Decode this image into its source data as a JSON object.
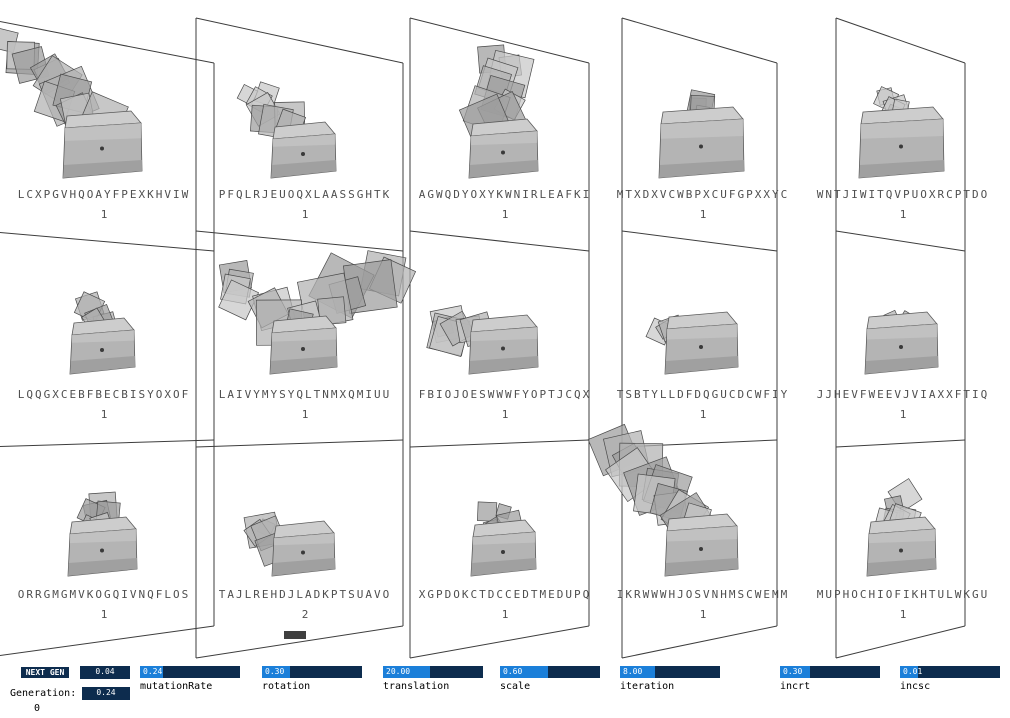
{
  "colors": {
    "navy": "#0d2c4e",
    "accent_blue": "#1b7fd9",
    "line": "#3d3d3d",
    "shape_gray": "#b4b4b4"
  },
  "grid": {
    "cells": [
      {
        "label": "LCXPGVHQOAYFPEXKHVIW",
        "value": "1",
        "shape": {
          "count": 13,
          "dir": "up-left",
          "spread": 95,
          "cubeW": 70,
          "size": 40
        }
      },
      {
        "label": "PFQLRJEUOQXLAASSGHTK",
        "value": "1",
        "shape": {
          "count": 8,
          "dir": "up-left",
          "spread": 52,
          "cubeW": 56,
          "size": 30
        }
      },
      {
        "label": "AGWQDYOXYKWNIRLEAFKI",
        "value": "1",
        "shape": {
          "count": 10,
          "dir": "up",
          "spread": 72,
          "cubeW": 60,
          "size": 34
        }
      },
      {
        "label": "MTXDXVCWBPXCUFGPXXYC",
        "value": "1",
        "shape": {
          "count": 4,
          "dir": "up",
          "spread": 20,
          "cubeW": 76,
          "size": 20
        }
      },
      {
        "label": "WNTJIWITQVPUOXRCPTDO",
        "value": "1",
        "shape": {
          "count": 6,
          "dir": "up",
          "spread": 28,
          "cubeW": 76,
          "size": 24
        }
      },
      {
        "label": "LQQGXCEBFBECBISYOXOF",
        "value": "1",
        "shape": {
          "count": 5,
          "dir": "up",
          "spread": 22,
          "cubeW": 56,
          "size": 22
        }
      },
      {
        "label": "LAIVYMYSYQLTNMXQMIUU",
        "value": "1",
        "shape": {
          "count": 16,
          "dir": "wide",
          "spread": 105,
          "cubeW": 58,
          "size": 44
        }
      },
      {
        "label": "FBIOJOESWWWFYOPTJCQX",
        "value": "1",
        "shape": {
          "count": 9,
          "dir": "left",
          "spread": 58,
          "cubeW": 60,
          "size": 30
        }
      },
      {
        "label": "TSBTYLLDFDQGUCDCWFIY",
        "value": "1",
        "shape": {
          "count": 6,
          "dir": "left",
          "spread": 28,
          "cubeW": 64,
          "size": 24
        }
      },
      {
        "label": "JJHEVFWEEVJVIAXXFTIQ",
        "value": "1",
        "shape": {
          "count": 2,
          "dir": "up",
          "spread": 10,
          "cubeW": 64,
          "size": 14
        }
      },
      {
        "label": "ORRGMGMVKOGQIVNQFLOS",
        "value": "1",
        "shape": {
          "count": 6,
          "dir": "up",
          "spread": 26,
          "cubeW": 60,
          "size": 24
        }
      },
      {
        "label": "TAJLREHDJLADKPTSUAVO",
        "value": "2",
        "shape": {
          "count": 7,
          "dir": "left",
          "spread": 44,
          "cubeW": 54,
          "size": 26
        }
      },
      {
        "label": "XGPDOKCTDCCEDTMEDUPQ",
        "value": "1",
        "shape": {
          "count": 5,
          "dir": "up",
          "spread": 22,
          "cubeW": 56,
          "size": 22
        }
      },
      {
        "label": "IKRWWWHJOSVNHMSCWEMM",
        "value": "1",
        "shape": {
          "count": 14,
          "dir": "up-left",
          "spread": 88,
          "cubeW": 64,
          "size": 42
        }
      },
      {
        "label": "MUPHOCHIOFIKHTULWKGU",
        "value": "1",
        "shape": {
          "count": 7,
          "dir": "up",
          "spread": 28,
          "cubeW": 60,
          "size": 26
        }
      }
    ]
  },
  "controls": {
    "nextgen_label": "NEXT GEN",
    "top_value_box": "0.04",
    "generation_label": "Generation:",
    "generation_box": "0.24",
    "generation_value": "0",
    "sliders": [
      {
        "name": "mutationRate",
        "value": "0.24",
        "fill": 23
      },
      {
        "name": "rotation",
        "value": "0.30",
        "fill": 28
      },
      {
        "name": "translation",
        "value": "20.00",
        "fill": 47
      },
      {
        "name": "scale",
        "value": "0.60",
        "fill": 48
      },
      {
        "name": "iteration",
        "value": "8.00",
        "fill": 35
      },
      {
        "name": "incrt",
        "value": "0.30",
        "fill": 30
      },
      {
        "name": "incsc",
        "value": "0.01",
        "fill": 18
      }
    ]
  }
}
